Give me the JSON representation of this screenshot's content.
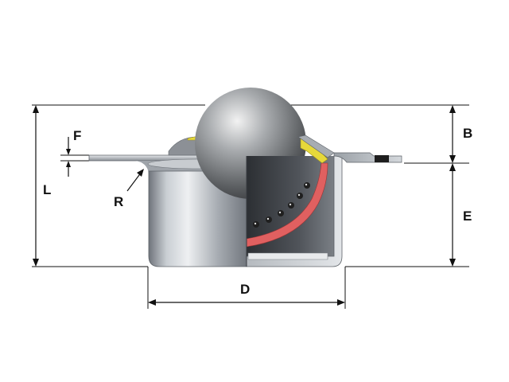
{
  "diagram": {
    "labels": {
      "B": "B",
      "D": "D",
      "E": "E",
      "F": "F",
      "L": "L",
      "R": "R"
    },
    "colors": {
      "metal_dark": "#5a5f66",
      "metal_light": "#d6dade",
      "ball": "#7a7d80",
      "seal_yellow": "#e6d83a",
      "inner_cup_red": "#e06060",
      "bearing_ball": "#222222",
      "inside_shadow": "#3a3d42",
      "line": "#111111"
    }
  }
}
